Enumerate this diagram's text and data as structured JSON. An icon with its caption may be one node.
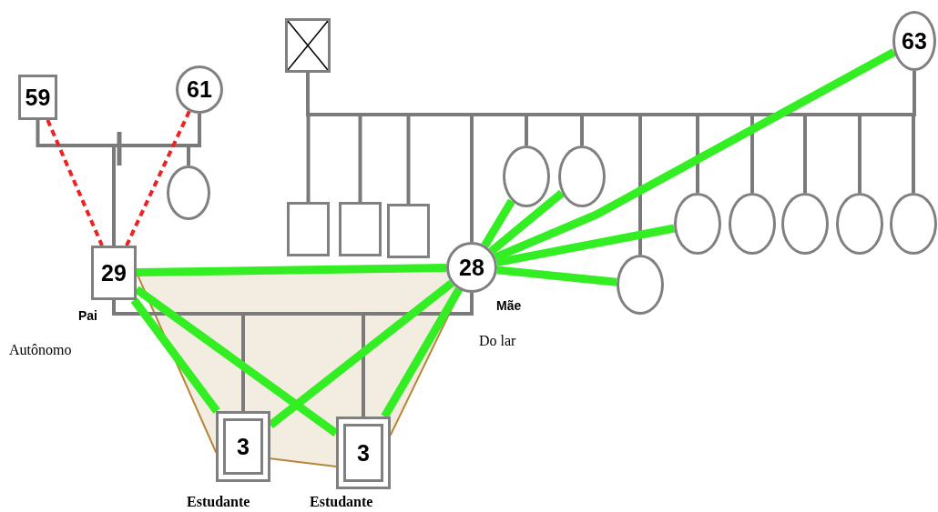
{
  "diagram": {
    "nodes": [
      {
        "text": [
          "59"
        ]
      },
      {
        "text": [
          "61"
        ]
      },
      {
        "text": [],
        "shape": "circle"
      },
      {
        "text": [
          "29"
        ],
        "beside": [
          "Pai",
          "Autônomo"
        ]
      },
      {
        "text": [],
        "shape": "box"
      },
      {
        "text": [],
        "shape": "box"
      },
      {
        "text": [],
        "shape": "box"
      },
      {
        "text": [],
        "shape": "box"
      },
      {
        "text": [
          "28"
        ],
        "beside": [
          "Mãe",
          "Do lar"
        ]
      },
      {
        "text": [],
        "shape": "circle"
      },
      {
        "text": [],
        "shape": "circle"
      },
      {
        "text": [],
        "shape": "circle"
      },
      {
        "text": [],
        "shape": "circle"
      },
      {
        "text": [],
        "shape": "circle"
      },
      {
        "text": [],
        "shape": "circle"
      },
      {
        "text": [],
        "shape": "circle"
      },
      {
        "text": [],
        "shape": "circle"
      },
      {
        "text": [
          "63"
        ]
      },
      {
        "text": [
          "3"
        ],
        "beside": [
          "Estudante"
        ]
      },
      {
        "text": [
          "3"
        ],
        "beside": [
          "Estudante"
        ]
      }
    ],
    "edges": [
      {
        "from": 0,
        "to": 1,
        "arrow": "none"
      },
      {
        "from": 0,
        "to": 3,
        "arrow": "none"
      },
      {
        "from": 1,
        "to": 3,
        "arrow": "none"
      },
      {
        "from": 0,
        "to": 2,
        "arrow": "none"
      },
      {
        "from": 1,
        "to": 2,
        "arrow": "none"
      },
      {
        "from": 4,
        "to": 17,
        "arrow": "none"
      },
      {
        "from": 4,
        "to": 5,
        "arrow": "none"
      },
      {
        "from": 17,
        "to": 5,
        "arrow": "none"
      },
      {
        "from": 4,
        "to": 6,
        "arrow": "none"
      },
      {
        "from": 17,
        "to": 6,
        "arrow": "none"
      },
      {
        "from": 4,
        "to": 7,
        "arrow": "none"
      },
      {
        "from": 17,
        "to": 7,
        "arrow": "none"
      },
      {
        "from": 4,
        "to": 8,
        "arrow": "none"
      },
      {
        "from": 17,
        "to": 8,
        "arrow": "none"
      },
      {
        "from": 4,
        "to": 9,
        "arrow": "none"
      },
      {
        "from": 17,
        "to": 9,
        "arrow": "none"
      },
      {
        "from": 4,
        "to": 10,
        "arrow": "none"
      },
      {
        "from": 17,
        "to": 10,
        "arrow": "none"
      },
      {
        "from": 4,
        "to": 11,
        "arrow": "none"
      },
      {
        "from": 17,
        "to": 11,
        "arrow": "none"
      },
      {
        "from": 4,
        "to": 12,
        "arrow": "none"
      },
      {
        "from": 17,
        "to": 12,
        "arrow": "none"
      },
      {
        "from": 4,
        "to": 13,
        "arrow": "none"
      },
      {
        "from": 17,
        "to": 13,
        "arrow": "none"
      },
      {
        "from": 4,
        "to": 14,
        "arrow": "none"
      },
      {
        "from": 17,
        "to": 14,
        "arrow": "none"
      },
      {
        "from": 4,
        "to": 15,
        "arrow": "none"
      },
      {
        "from": 17,
        "to": 15,
        "arrow": "none"
      },
      {
        "from": 4,
        "to": 16,
        "arrow": "none"
      },
      {
        "from": 17,
        "to": 16,
        "arrow": "none"
      },
      {
        "from": 3,
        "to": 8,
        "arrow": "none"
      },
      {
        "from": 3,
        "to": 18,
        "arrow": "none"
      },
      {
        "from": 8,
        "to": 18,
        "arrow": "none"
      },
      {
        "from": 3,
        "to": 19,
        "arrow": "none"
      },
      {
        "from": 8,
        "to": 19,
        "arrow": "none"
      },
      {
        "from": 3,
        "to": 8,
        "arrow": "none",
        "style": "thick",
        "color": "#33ee22"
      },
      {
        "from": 3,
        "to": 18,
        "arrow": "none",
        "style": "thick",
        "color": "#33ee22"
      },
      {
        "from": 3,
        "to": 19,
        "arrow": "none",
        "style": "thick",
        "color": "#33ee22"
      },
      {
        "from": 8,
        "to": 18,
        "arrow": "none",
        "style": "thick",
        "color": "#33ee22"
      },
      {
        "from": 8,
        "to": 19,
        "arrow": "none",
        "style": "thick",
        "color": "#33ee22"
      },
      {
        "from": 8,
        "to": 9,
        "arrow": "none",
        "style": "thick",
        "color": "#33ee22"
      },
      {
        "from": 8,
        "to": 10,
        "arrow": "none",
        "style": "thick",
        "color": "#33ee22"
      },
      {
        "from": 8,
        "to": 17,
        "arrow": "none",
        "style": "thick",
        "color": "#33ee22"
      },
      {
        "from": 8,
        "to": 12,
        "arrow": "none",
        "style": "thick",
        "color": "#33ee22"
      },
      {
        "from": 8,
        "to": 11,
        "arrow": "none",
        "style": "thick",
        "color": "#33ee22"
      },
      {
        "from": 0,
        "to": 3,
        "arrow": "none",
        "style": "dashed",
        "color": "#ee2222"
      },
      {
        "from": 1,
        "to": 3,
        "arrow": "none",
        "style": "dashed",
        "color": "#ee2222"
      }
    ]
  }
}
